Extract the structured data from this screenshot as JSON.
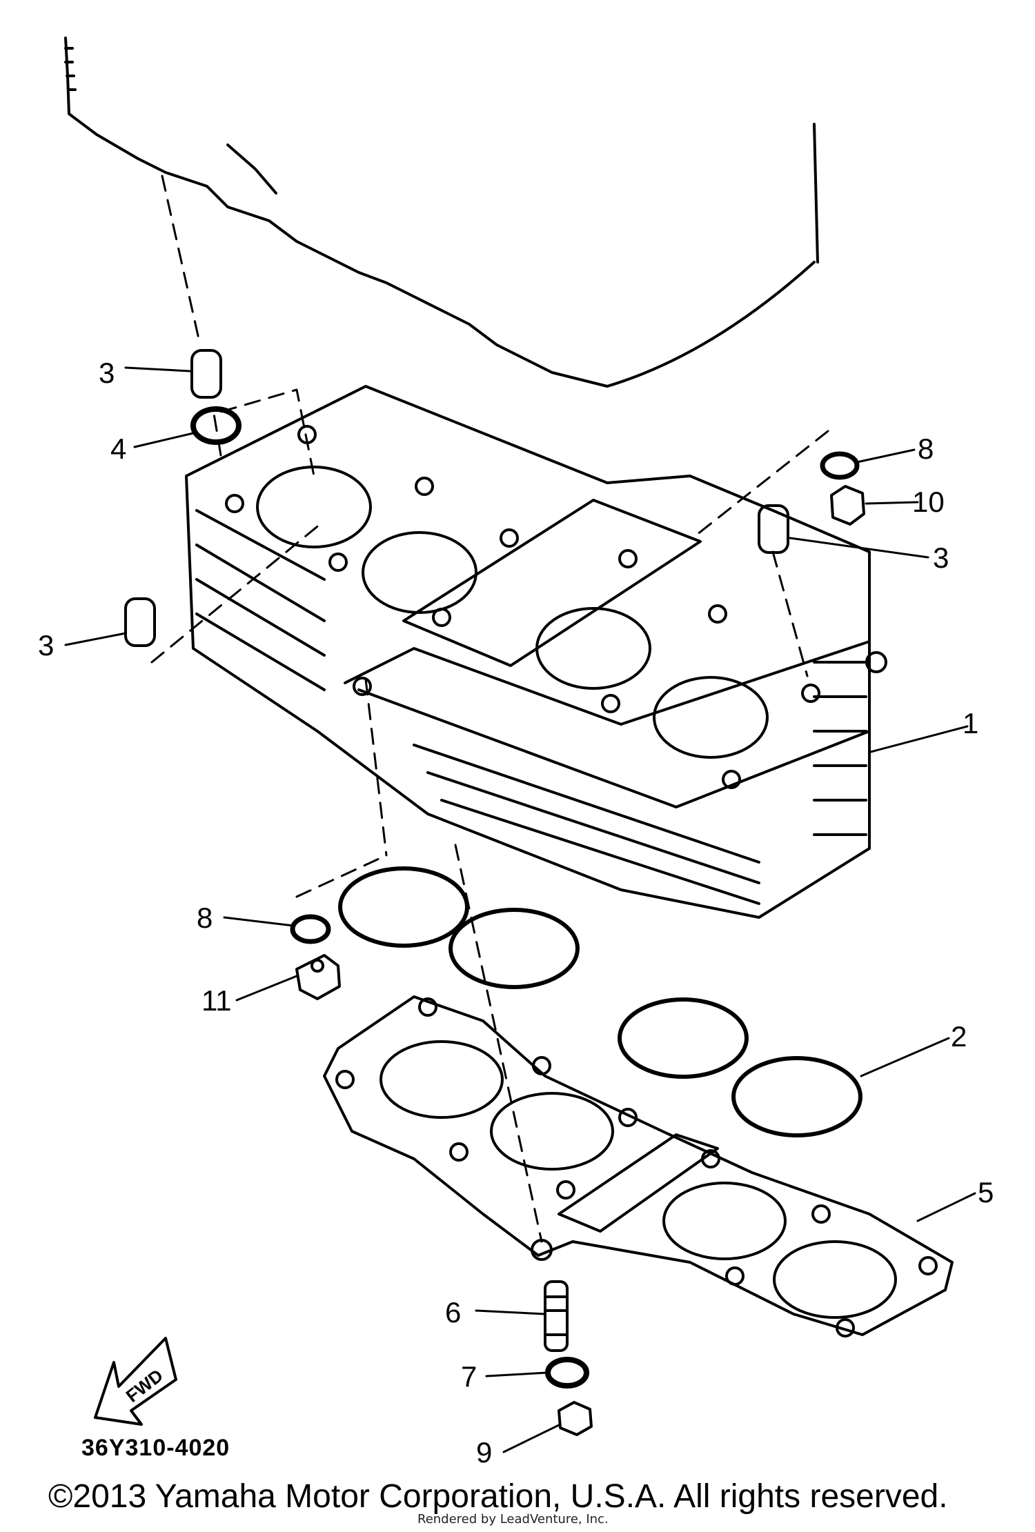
{
  "callouts": [
    {
      "label": "1"
    },
    {
      "label": "2"
    },
    {
      "label": "3"
    },
    {
      "label": "3"
    },
    {
      "label": "3"
    },
    {
      "label": "4"
    },
    {
      "label": "5"
    },
    {
      "label": "6"
    },
    {
      "label": "7"
    },
    {
      "label": "8"
    },
    {
      "label": "8"
    },
    {
      "label": "9"
    },
    {
      "label": "10"
    },
    {
      "label": "11"
    }
  ],
  "fwd_label": "FWD",
  "part_number": "36Y310-4020",
  "copyright": "©2013 Yamaha Motor Corporation, U.S.A. All rights reserved.",
  "rendered_by": "Rendered by LeadVenture, Inc.",
  "colors": {
    "line": "#000000",
    "background": "#ffffff"
  }
}
